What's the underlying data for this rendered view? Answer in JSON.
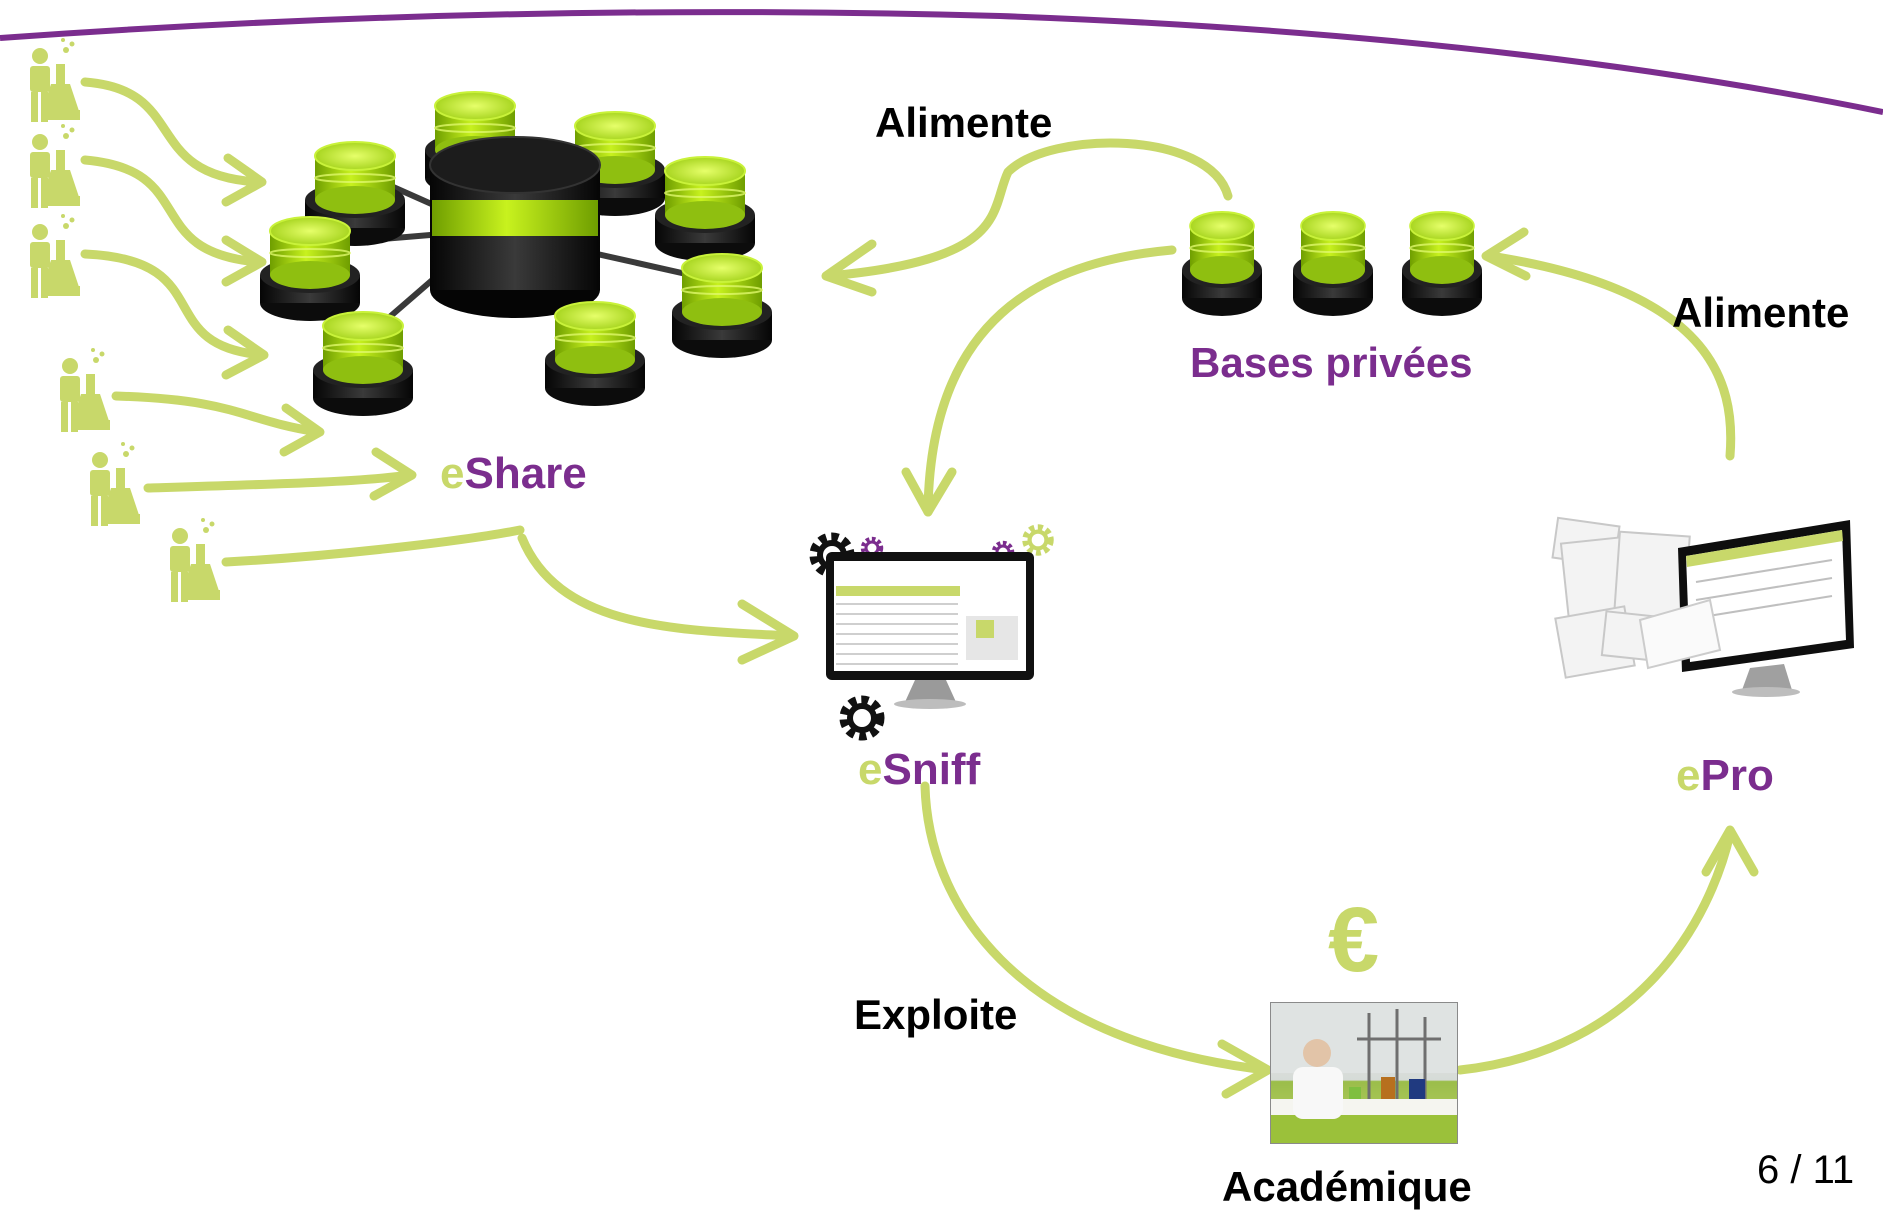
{
  "labels": {
    "alimente_top": "Alimente",
    "alimente_right": "Alimente",
    "exploite": "Exploite",
    "academique": "Académique",
    "bases_privees": "Bases privées",
    "euro": "€",
    "page_number": "6 / 11"
  },
  "products": {
    "eshare": {
      "prefix": "e",
      "suffix": "Share"
    },
    "esniff": {
      "prefix": "e",
      "suffix": "Sniff"
    },
    "epro": {
      "prefix": "e",
      "suffix": "Pro"
    }
  },
  "colors": {
    "lime": "#c8d86a",
    "purple": "#7b2d8e",
    "db_green": "#a6d40f",
    "dark": "#1a1a1a"
  },
  "icons": {
    "contributor": "chemist-with-flask-icon",
    "database": "database-cylinder-icon",
    "gear": "gear-icon",
    "monitor": "computer-monitor-icon",
    "photo": "laboratory-photo"
  }
}
